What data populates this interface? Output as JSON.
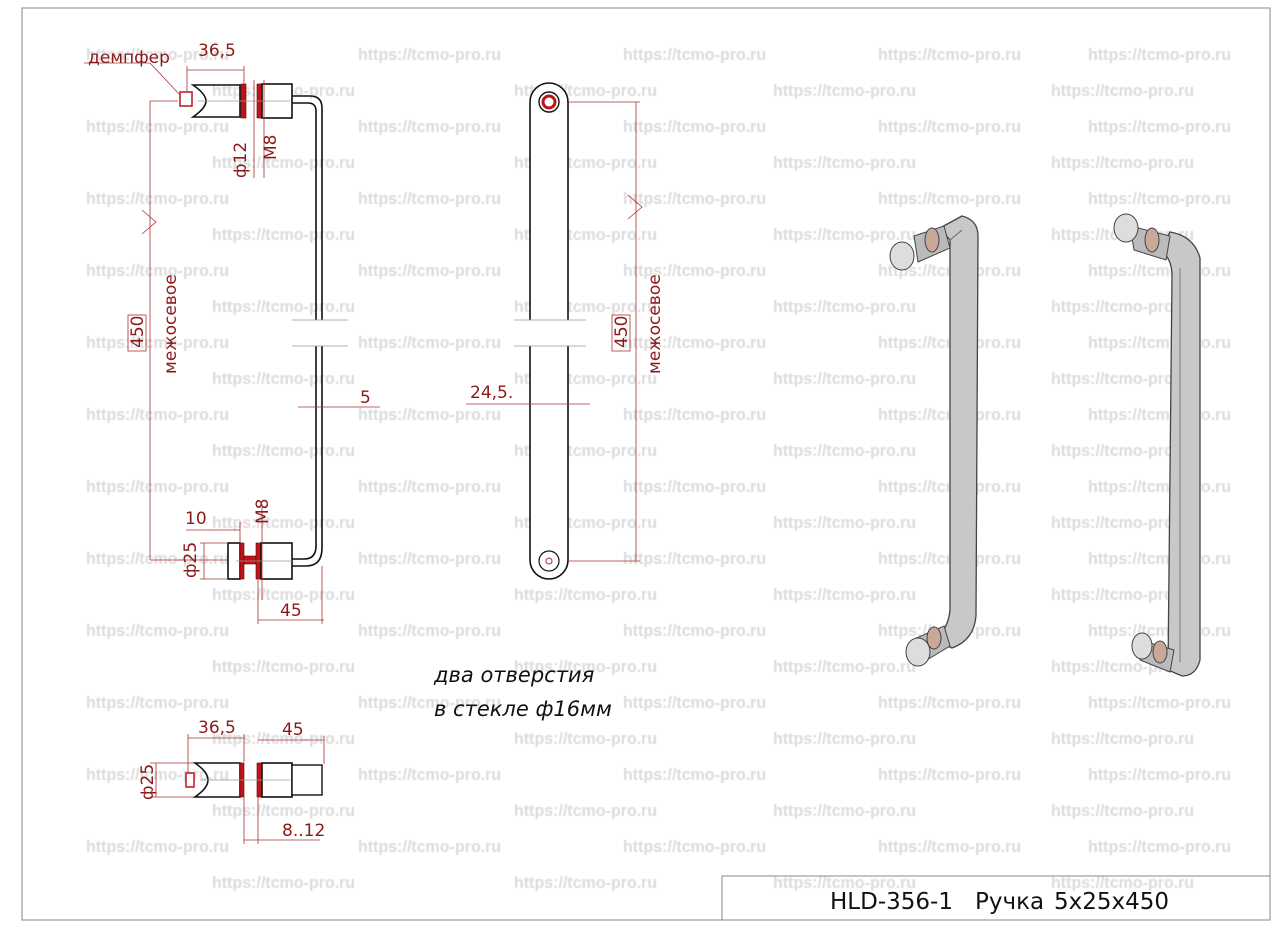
{
  "watermark": "https://tcmo-pro.ru",
  "front_view": {
    "damper_label": "демпфер",
    "top_width": "36,5",
    "top_diameter": "ф12",
    "top_thread": "M8",
    "center_distance": "450",
    "center_distance_label": "межосевое",
    "bar_thickness": "5",
    "bottom_cap": "10",
    "bottom_thread": "M8",
    "bottom_diameter": "ф25",
    "bottom_length": "45"
  },
  "side_view": {
    "offset": "24,5.",
    "center_distance": "450",
    "center_distance_label": "межосевое"
  },
  "note": {
    "line1": "два отверстия",
    "line2": "в стекле ф16мм"
  },
  "detail_view": {
    "width": "36,5",
    "length": "45",
    "diameter": "ф25",
    "glass_range": "8..12"
  },
  "title_block": {
    "code": "HLD-356-1",
    "name": "Ручка",
    "size": "5x25x450"
  }
}
